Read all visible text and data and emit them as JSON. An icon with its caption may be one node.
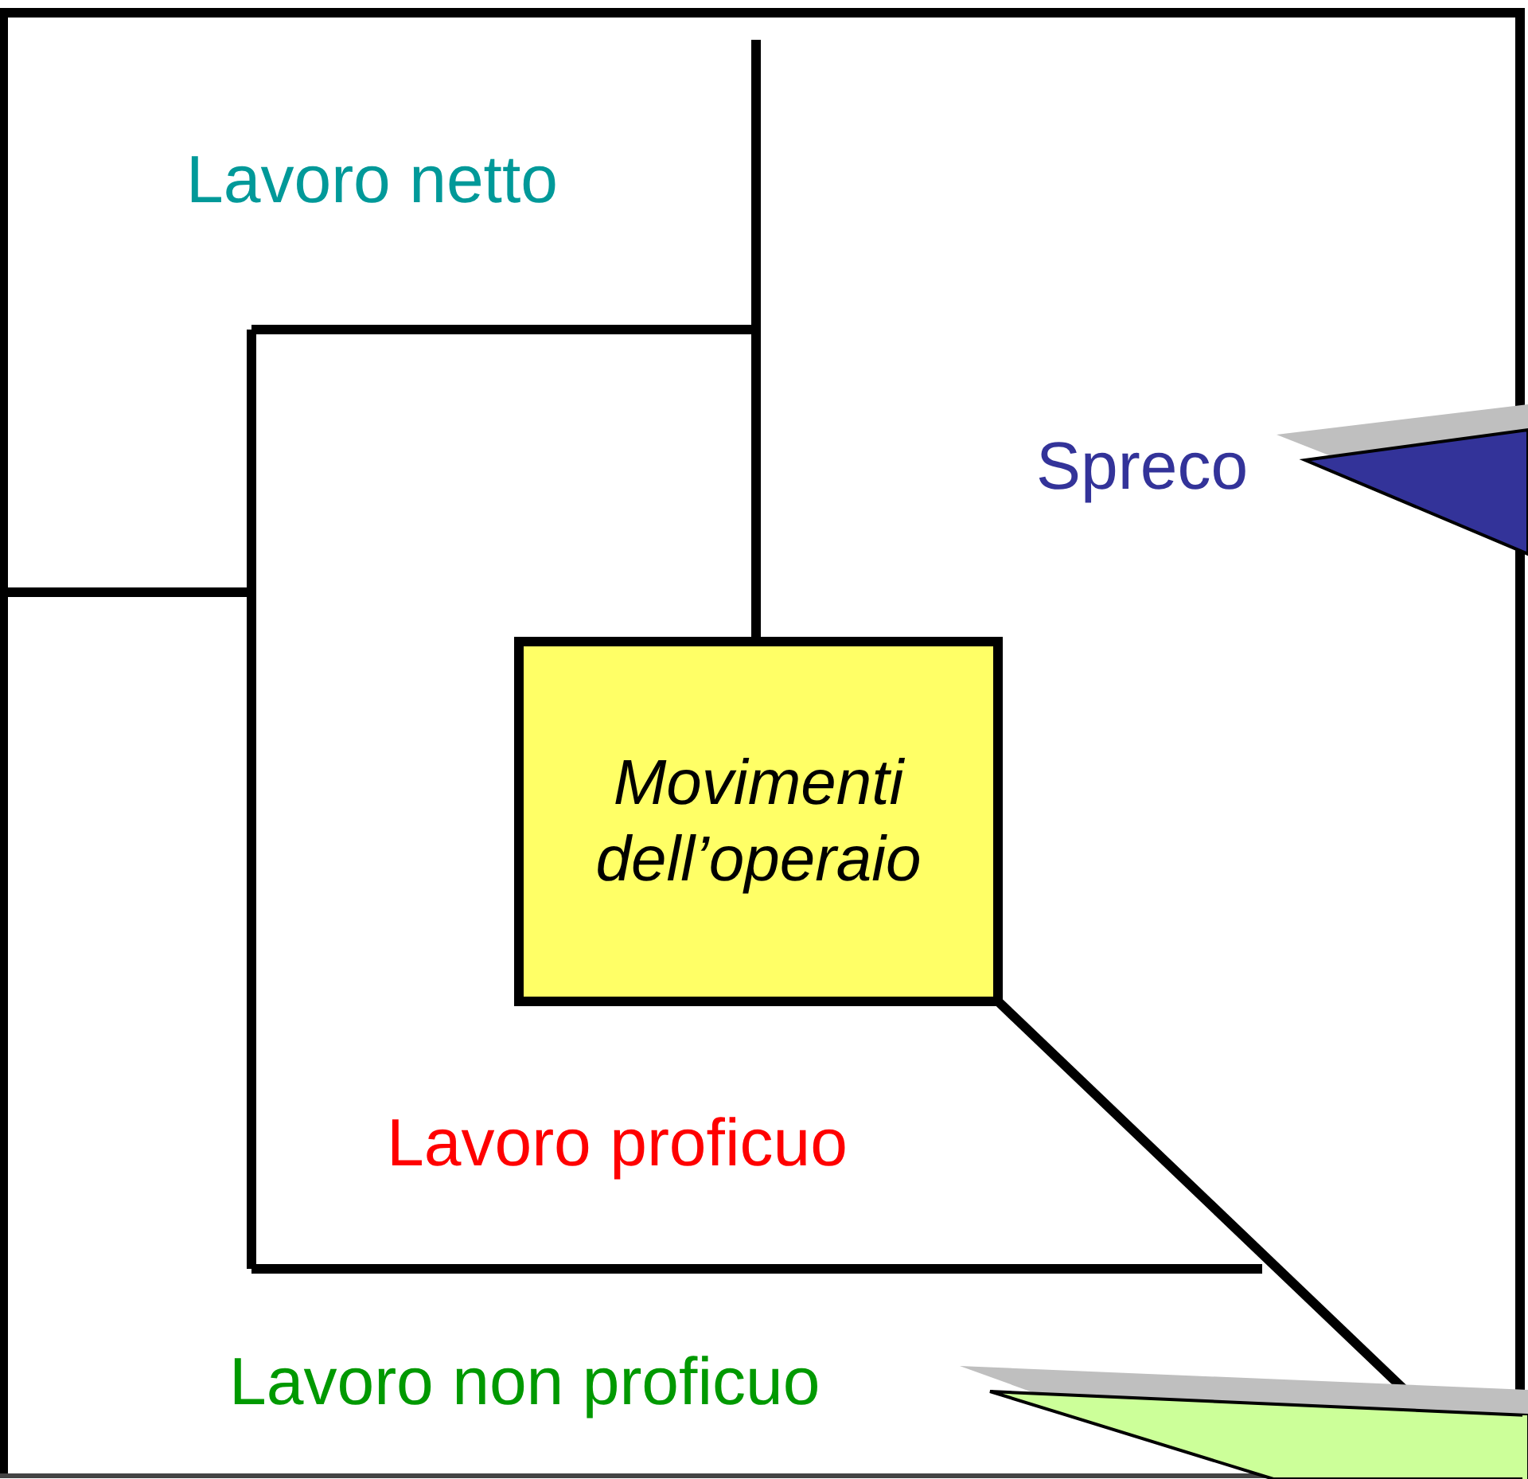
{
  "diagram": {
    "nodes": [
      {
        "text": [
          "Movimenti dell’operaio"
        ]
      }
    ],
    "labels": [
      "Lavoro netto",
      "Spreco",
      "Lavoro proficuo",
      "Lavoro non proficuo"
    ]
  }
}
